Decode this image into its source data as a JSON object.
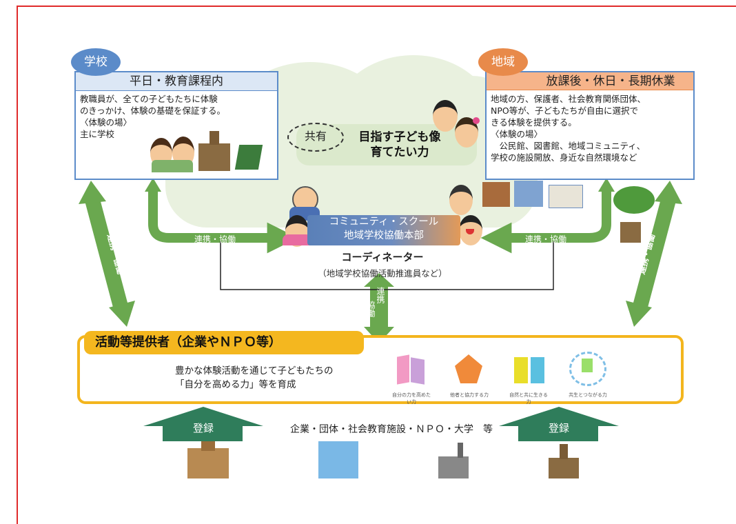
{
  "school": {
    "tag": "学校",
    "header": "平日・教育課程内",
    "body": "教職員が、全ての子どもたちに体験\nのきっかけ、体験の基礎を保証する。\n〈体験の場〉\n主に学校"
  },
  "region": {
    "tag": "地域",
    "header": "放課後・休日・長期休業",
    "body": "地域の方、保護者、社会教育関係団体、\nNPO等が、子どもたちが自由に選択で\nきる体験を提供する。\n〈体験の場〉\n　公民館、図書館、地域コミュニティ、\n学校の施設開放、身近な自然環境など"
  },
  "center": {
    "shared": "共有",
    "goal": "目指す子ども像\n育てたい力"
  },
  "community_school": {
    "label": "コミュニティ・スクール\n地域学校協働本部",
    "coordinator": "コーディネーター",
    "coordinator_note": "（地域学校協働活動推進員など）"
  },
  "links": {
    "left": "連携・協働",
    "right": "連携・協働",
    "left_diag": "連携・協働",
    "right_diag": "連携・協働",
    "center_vertical_a": "連携",
    "center_vertical_b": "協働"
  },
  "provider": {
    "title": "活動等提供者（企業やＮＰＯ等）",
    "text": "豊かな体験活動を通じて子どもたちの\n「自分を高める力」等を育成",
    "icon_captions": [
      "自分の力を高めたい力",
      "他者と協力する力",
      "自然と共に生きる力",
      "共生とつながる力"
    ]
  },
  "registration": {
    "left": "登録",
    "right": "登録",
    "caption": "企業・団体・社会教育施設・ＮＰＯ・大学　等"
  },
  "colors": {
    "frame": "#e02a2a",
    "blue": "#5b8bc9",
    "orange": "#e88a4a",
    "green": "#6aa84f",
    "dark_green": "#2f7d5b",
    "yellow": "#f3b51d"
  }
}
